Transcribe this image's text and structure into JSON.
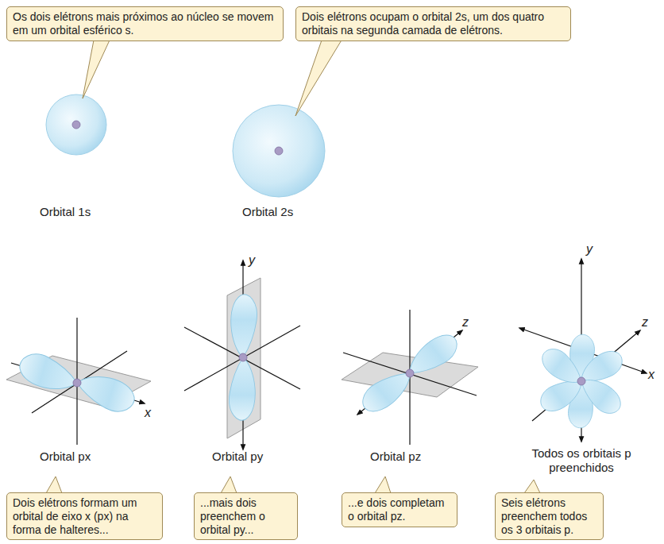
{
  "diagram": {
    "nodes": [
      {
        "text": [
          "Os dois elétrons mais próximos ao núcleo se movem em um orbital esférico s."
        ]
      },
      {
        "text": [
          "Dois elétrons ocupam o orbital 2s, um dos quatro orbitais na segunda camada de elétrons."
        ]
      },
      {
        "text": [
          "Dois elétrons formam um orbital de eixo x (px) na forma de halteres..."
        ]
      },
      {
        "text": [
          "...mais dois preenchem o orbital py..."
        ]
      },
      {
        "text": [
          "...e dois completam o orbital pz."
        ]
      },
      {
        "text": [
          "Seis elétrons preenchem todos os 3 orbitais p."
        ]
      }
    ],
    "labels": [
      "Orbital 1s",
      "Orbital 2s",
      "x",
      "Orbital px",
      "y",
      "Orbital py",
      "z",
      "Orbital pz",
      "y",
      "z",
      "x",
      "Todos os orbitais p preenchidos"
    ]
  }
}
